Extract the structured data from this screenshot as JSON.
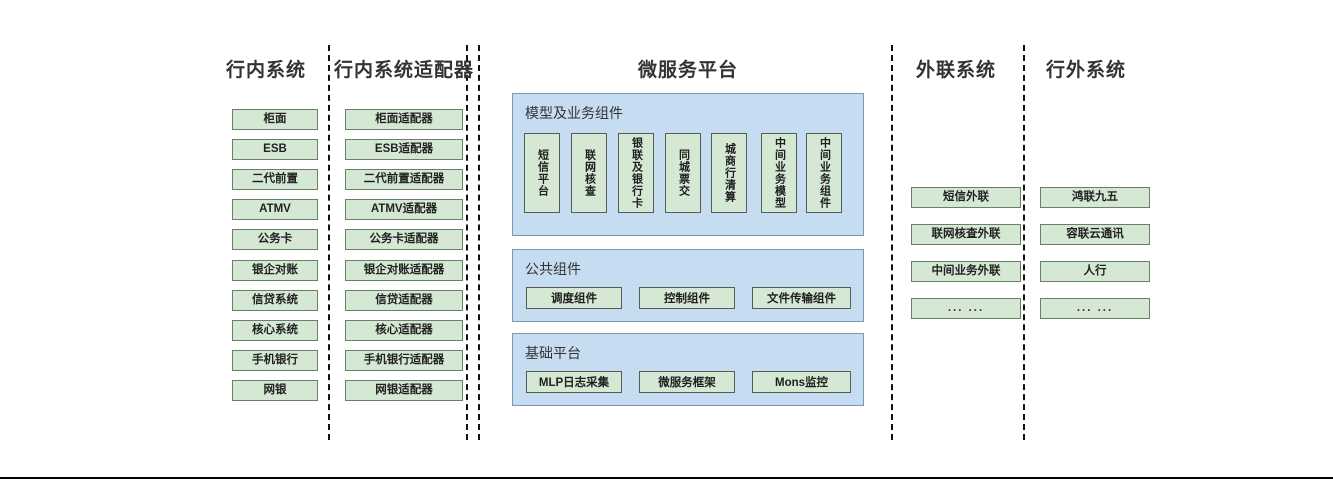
{
  "diagram": {
    "columns": [
      {
        "key": "internal_systems",
        "title": "行内系统",
        "items": [
          {
            "label": "柜面"
          },
          {
            "label": "ESB"
          },
          {
            "label": "二代前置"
          },
          {
            "label": "ATMV"
          },
          {
            "label": "公务卡"
          },
          {
            "label": "银企对账"
          },
          {
            "label": "信贷系统"
          },
          {
            "label": "核心系统"
          },
          {
            "label": "手机银行"
          },
          {
            "label": "网银"
          }
        ]
      },
      {
        "key": "internal_adapters",
        "title": "行内系统适配器",
        "items": [
          {
            "label": "柜面适配器"
          },
          {
            "label": "ESB适配器"
          },
          {
            "label": "二代前置适配器"
          },
          {
            "label": "ATMV适配器"
          },
          {
            "label": "公务卡适配器"
          },
          {
            "label": "银企对账适配器"
          },
          {
            "label": "信贷适配器"
          },
          {
            "label": "核心适配器"
          },
          {
            "label": "手机银行适配器"
          },
          {
            "label": "网银适配器"
          }
        ]
      },
      {
        "key": "microservice_platform",
        "title": "微服务平台"
      },
      {
        "key": "external_link_systems",
        "title": "外联系统",
        "items": [
          {
            "label": "短信外联"
          },
          {
            "label": "联网核查外联"
          },
          {
            "label": "中间业务外联"
          },
          {
            "label": "... ..."
          }
        ]
      },
      {
        "key": "outside_bank_systems",
        "title": "行外系统",
        "items": [
          {
            "label": "鸿联九五"
          },
          {
            "label": "容联云通讯"
          },
          {
            "label": "人行"
          },
          {
            "label": "... ..."
          }
        ]
      }
    ],
    "platform": {
      "model_business": {
        "title": "模型及业务组件",
        "items": [
          {
            "label": "短信平台"
          },
          {
            "label": "联网核查"
          },
          {
            "label": "银联及银行卡"
          },
          {
            "label": "同城票交"
          },
          {
            "label": "城商行清算"
          },
          {
            "label": "中间业务模型"
          },
          {
            "label": "中间业务组件"
          }
        ]
      },
      "public_components": {
        "title": "公共组件",
        "items": [
          {
            "label": "调度组件"
          },
          {
            "label": "控制组件"
          },
          {
            "label": "文件传输组件"
          }
        ]
      },
      "base_platform": {
        "title": "基础平台",
        "items": [
          {
            "label": "MLP日志采集"
          },
          {
            "label": "微服务框架"
          },
          {
            "label": "Mons监控"
          }
        ]
      }
    },
    "colors": {
      "node_fill": "#d5e8d4",
      "node_border": "#6a7f6a",
      "panel_fill": "#c6dcf0",
      "panel_border": "#7a96b4",
      "divider": "#111111",
      "text": "#333333"
    }
  }
}
